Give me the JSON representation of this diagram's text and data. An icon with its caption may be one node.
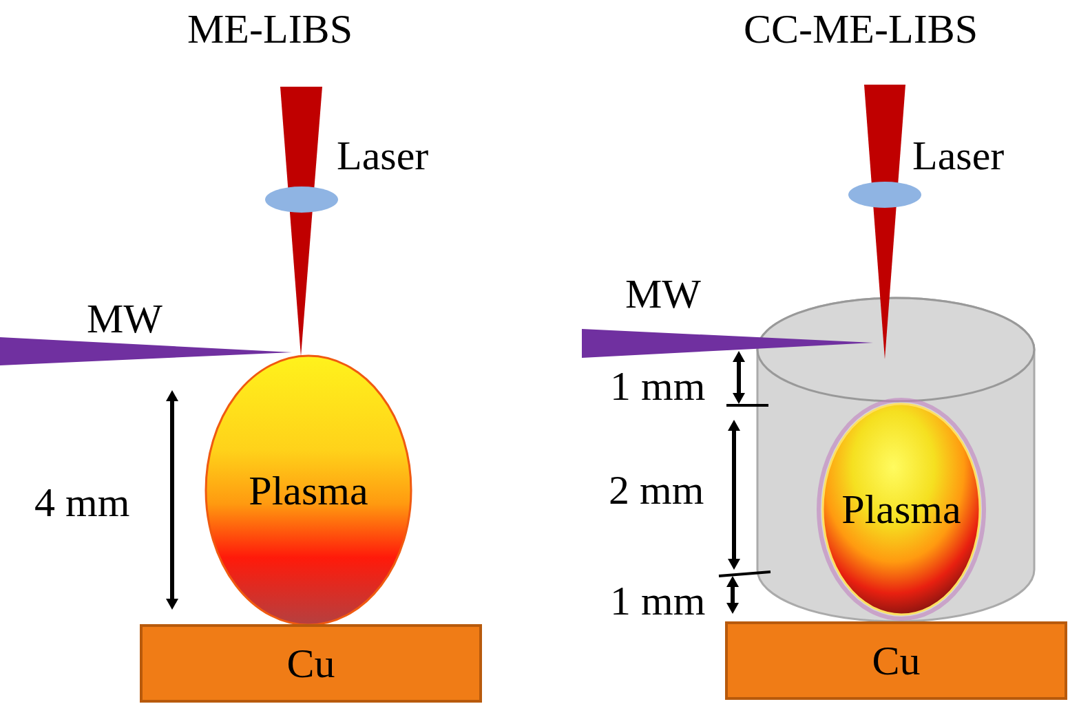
{
  "diagram": {
    "nodes": [
      {
        "text": [
          "Plasma"
        ]
      },
      {
        "text": [
          "Cu"
        ]
      },
      {
        "text": [],
        "shape": "cylinder"
      },
      {
        "text": [
          "Plasma"
        ],
        "in": 2
      },
      {
        "text": [
          "Cu"
        ]
      }
    ],
    "labels": [
      "ME-LIBS",
      "CC-ME-LIBS",
      "Laser",
      "Laser",
      "MW",
      "MW",
      "1 mm",
      "4 mm",
      "2 mm",
      "1 mm"
    ]
  }
}
